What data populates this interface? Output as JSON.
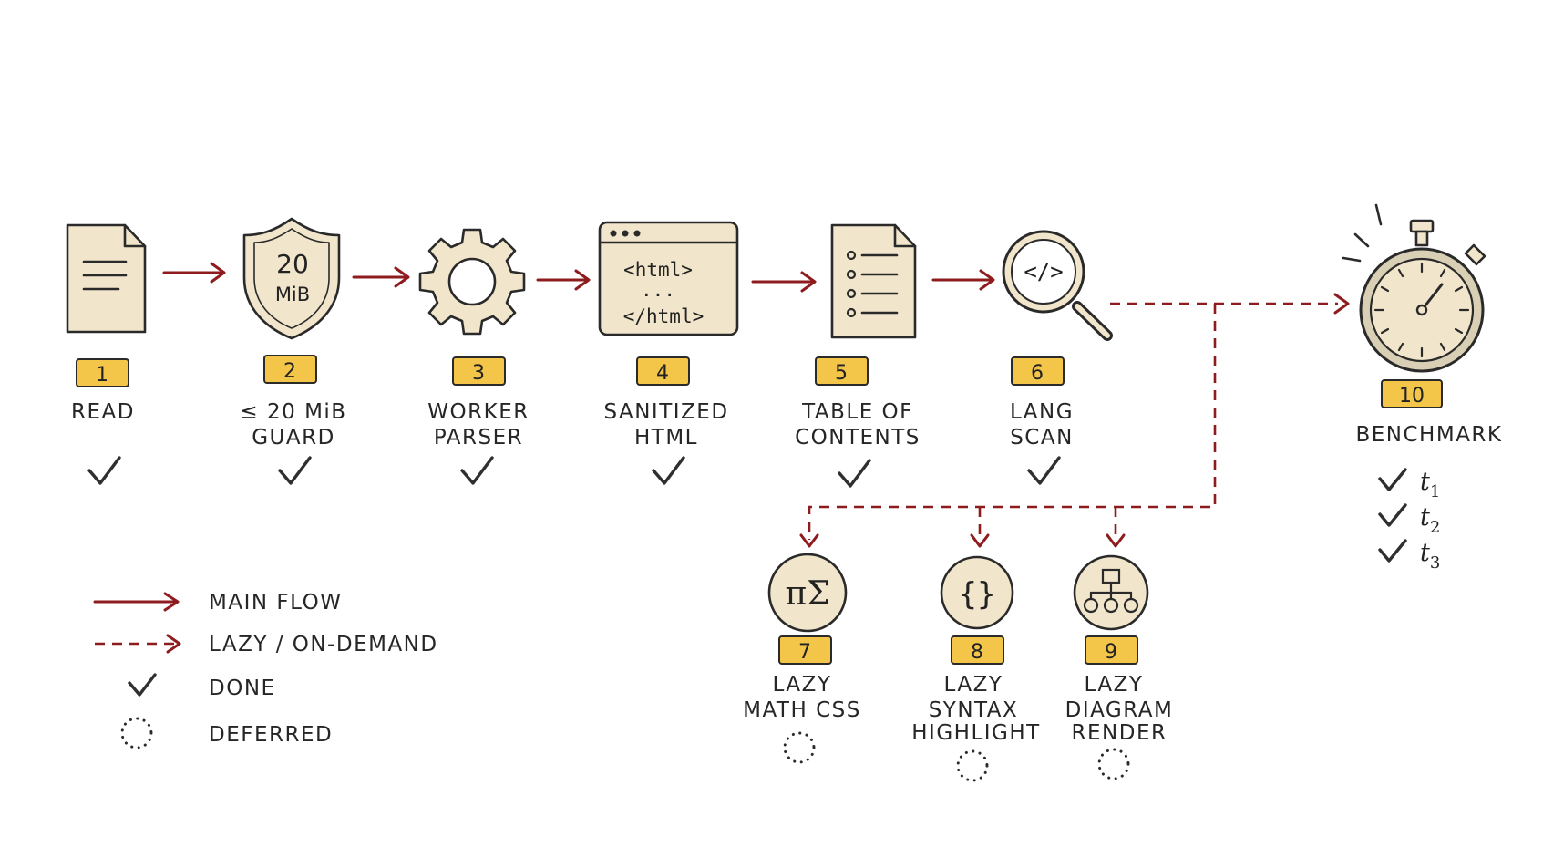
{
  "steps": [
    {
      "num": "1",
      "line1": "READ",
      "line2": "",
      "status": "done"
    },
    {
      "num": "2",
      "line1": "≤ 20 MiB",
      "line2": "GUARD",
      "status": "done",
      "icon_text1": "20",
      "icon_text2": "MiB"
    },
    {
      "num": "3",
      "line1": "WORKER",
      "line2": "PARSER",
      "status": "done"
    },
    {
      "num": "4",
      "line1": "SANITIZED",
      "line2": "HTML",
      "status": "done",
      "icon_text1": "<html>",
      "icon_text2": "...",
      "icon_text3": "</html>"
    },
    {
      "num": "5",
      "line1": "TABLE OF",
      "line2": "CONTENTS",
      "status": "done"
    },
    {
      "num": "6",
      "line1": "LANG",
      "line2": "SCAN",
      "status": "done",
      "icon_text1": "</>"
    },
    {
      "num": "7",
      "line1": "LAZY",
      "line2": "MATH CSS",
      "line3": "",
      "status": "deferred",
      "icon_text1": "πΣ"
    },
    {
      "num": "8",
      "line1": "LAZY",
      "line2": "SYNTAX",
      "line3": "HIGHLIGHT",
      "status": "deferred",
      "icon_text1": "{}"
    },
    {
      "num": "9",
      "line1": "LAZY",
      "line2": "DIAGRAM",
      "line3": "RENDER",
      "status": "deferred"
    },
    {
      "num": "10",
      "line1": "BENCHMARK",
      "line2": "",
      "status": "done"
    }
  ],
  "benchmark_items": [
    {
      "base": "t",
      "sub": "1"
    },
    {
      "base": "t",
      "sub": "2"
    },
    {
      "base": "t",
      "sub": "3"
    }
  ],
  "legend": {
    "main_flow": "MAIN FLOW",
    "lazy": "LAZY / ON-DEMAND",
    "done": "DONE",
    "deferred": "DEFERRED"
  },
  "colors": {
    "arrow": "#8e1c1f",
    "badge": "#f3c64a",
    "paper": "#f1e6cb",
    "ink": "#2a2a2a"
  }
}
